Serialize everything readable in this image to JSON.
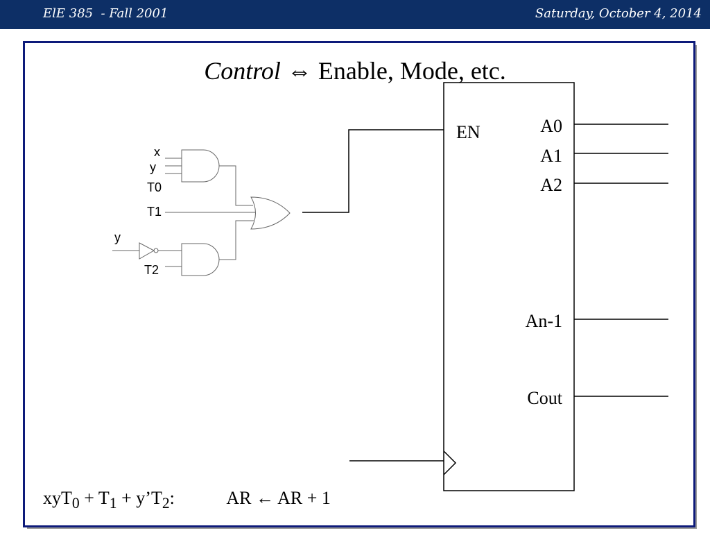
{
  "header": {
    "left_text": "ElE 385  - Fall 2001",
    "right_text": "Saturday, October 4, 2014"
  },
  "slide": {
    "title_italic": "Control",
    "title_arrow": "⇔",
    "title_rest": "Enable, Mode, etc."
  },
  "circuit": {
    "and_gate_1_inputs": [
      "x",
      "y",
      "T0"
    ],
    "or_direct_input": "T1",
    "inverter_input": "y",
    "and_gate_2_input": "T2"
  },
  "register": {
    "enable_label": "EN",
    "outputs": [
      "A0",
      "A1",
      "A2",
      "An-1",
      "Cout"
    ]
  },
  "equation": {
    "lhs_parts": [
      "xyT",
      "0",
      " + T",
      "1",
      " + y’T",
      "2",
      ":"
    ],
    "arrow": "←",
    "rhs_left": "AR",
    "rhs_right": "AR + 1"
  },
  "colors": {
    "header_bg": "#0d2f66",
    "frame_border": "#0d1a7a",
    "shadow": "#9a9a9a"
  }
}
